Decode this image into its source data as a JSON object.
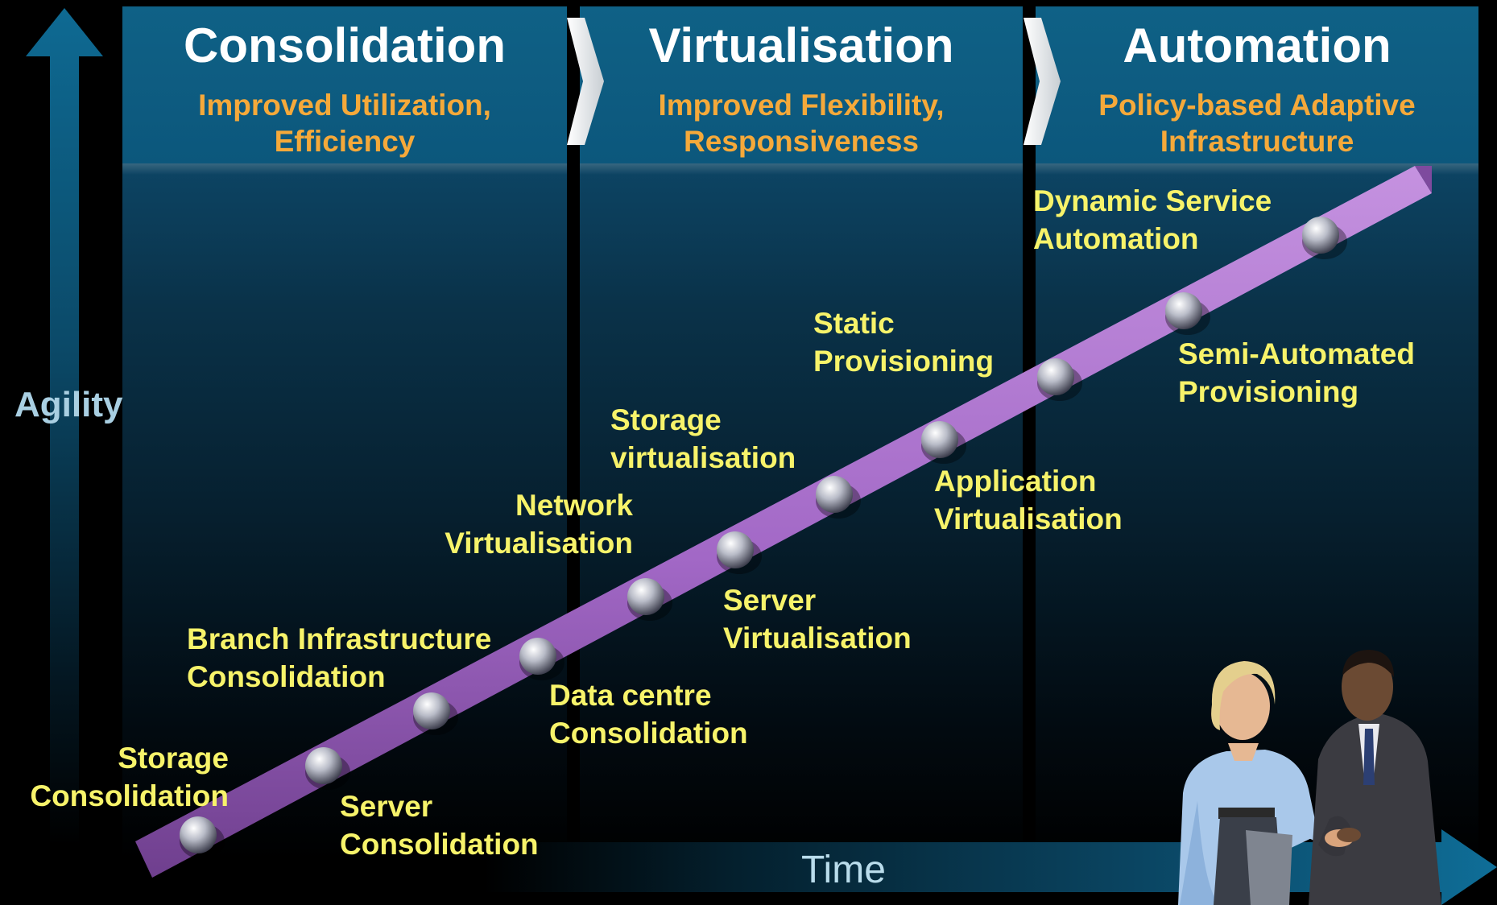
{
  "axes": {
    "y_label": "Agility",
    "x_label": "Time"
  },
  "phases": [
    {
      "title": "Consolidation",
      "subtitle_line1": "Improved Utilization,",
      "subtitle_line2": "Efficiency"
    },
    {
      "title": "Virtualisation",
      "subtitle_line1": "Improved Flexibility,",
      "subtitle_line2": "Responsiveness"
    },
    {
      "title": "Automation",
      "subtitle_line1": "Policy-based Adaptive",
      "subtitle_line2": "Infrastructure"
    }
  ],
  "milestones": [
    {
      "line1": "Storage",
      "line2": "Consolidation"
    },
    {
      "line1": "Server",
      "line2": "Consolidation"
    },
    {
      "line1": "Branch Infrastructure",
      "line2": "Consolidation"
    },
    {
      "line1": "Data centre",
      "line2": "Consolidation"
    },
    {
      "line1": "Network",
      "line2": "Virtualisation"
    },
    {
      "line1": "Server",
      "line2": "Virtualisation"
    },
    {
      "line1": "Storage",
      "line2": "virtualisation"
    },
    {
      "line1": "Application",
      "line2": "Virtualisation"
    },
    {
      "line1": "Static",
      "line2": "Provisioning"
    },
    {
      "line1": "Semi-Automated",
      "line2": "Provisioning"
    },
    {
      "line1": "Dynamic Service",
      "line2": "Automation"
    }
  ],
  "colors": {
    "ramp": "#a268c6",
    "label": "#f7f36a",
    "subtitle": "#f5a93a",
    "axis_label": "#a9cfe2"
  }
}
